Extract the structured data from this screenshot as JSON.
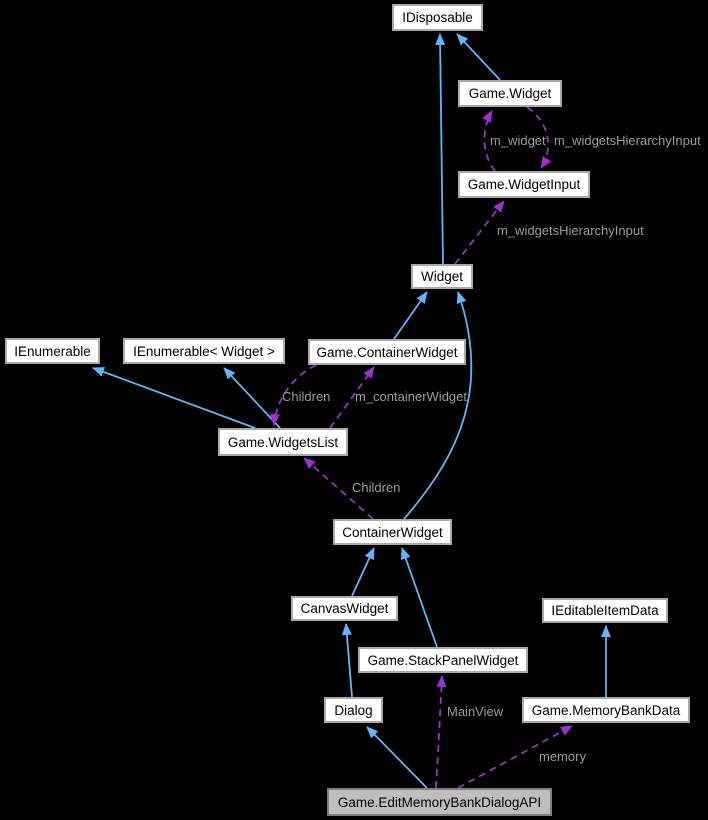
{
  "graph": {
    "background": "#000000",
    "colors": {
      "inheritance_edge": "#63b5fa",
      "usage_edge": "#9a32cd",
      "edge_label_text": "#9c9c9c",
      "node_fill": "#ffffff",
      "node_border": "#a9a9a9",
      "node_text": "#000000",
      "highlighted_node_fill": "#bebebe",
      "highlighted_node_border": "#7f7f7f"
    },
    "nodes": [
      {
        "label": "IDisposable"
      },
      {
        "label": "Game.Widget"
      },
      {
        "label": "Game.WidgetInput"
      },
      {
        "label": "Widget"
      },
      {
        "label": "IEnumerable"
      },
      {
        "label": "IEnumerable< Widget >"
      },
      {
        "label": "Game.ContainerWidget"
      },
      {
        "label": "Game.WidgetsList"
      },
      {
        "label": "ContainerWidget"
      },
      {
        "label": "CanvasWidget"
      },
      {
        "label": "IEditableItemData"
      },
      {
        "label": "Game.StackPanelWidget"
      },
      {
        "label": "Dialog"
      },
      {
        "label": "Game.MemoryBankData"
      },
      {
        "label": "Game.EditMemoryBankDialogAPI",
        "highlighted": true
      }
    ],
    "edge_labels": [
      {
        "text": "m_widget"
      },
      {
        "text": "m_widgetsHierarchyInput"
      },
      {
        "text": "m_widgetsHierarchyInput"
      },
      {
        "text": "Children"
      },
      {
        "text": "m_containerWidget"
      },
      {
        "text": "Children"
      },
      {
        "text": "MainView"
      },
      {
        "text": "memory"
      }
    ],
    "edges": [
      {
        "from": "Game.Widget",
        "to": "IDisposable",
        "type": "inheritance"
      },
      {
        "from": "Widget",
        "to": "IDisposable",
        "type": "inheritance"
      },
      {
        "from": "Game.ContainerWidget",
        "to": "Widget",
        "type": "inheritance"
      },
      {
        "from": "ContainerWidget",
        "to": "Widget",
        "type": "inheritance"
      },
      {
        "from": "Game.WidgetsList",
        "to": "IEnumerable",
        "type": "inheritance"
      },
      {
        "from": "Game.WidgetsList",
        "to": "IEnumerable< Widget >",
        "type": "inheritance"
      },
      {
        "from": "CanvasWidget",
        "to": "ContainerWidget",
        "type": "inheritance"
      },
      {
        "from": "Game.StackPanelWidget",
        "to": "ContainerWidget",
        "type": "inheritance"
      },
      {
        "from": "Dialog",
        "to": "CanvasWidget",
        "type": "inheritance"
      },
      {
        "from": "Game.MemoryBankData",
        "to": "IEditableItemData",
        "type": "inheritance"
      },
      {
        "from": "Game.EditMemoryBankDialogAPI",
        "to": "Dialog",
        "type": "inheritance"
      },
      {
        "from": "Game.WidgetInput",
        "to": "Game.Widget",
        "type": "usage",
        "label": "m_widget"
      },
      {
        "from": "Game.Widget",
        "to": "Game.WidgetInput",
        "type": "usage",
        "label": "m_widgetsHierarchyInput"
      },
      {
        "from": "Widget",
        "to": "Game.WidgetInput",
        "type": "usage",
        "label": "m_widgetsHierarchyInput"
      },
      {
        "from": "Game.ContainerWidget",
        "to": "Game.WidgetsList",
        "type": "usage",
        "label": "Children"
      },
      {
        "from": "Game.WidgetsList",
        "to": "Game.ContainerWidget",
        "type": "usage",
        "label": "m_containerWidget"
      },
      {
        "from": "ContainerWidget",
        "to": "Game.WidgetsList",
        "type": "usage",
        "label": "Children"
      },
      {
        "from": "Game.EditMemoryBankDialogAPI",
        "to": "Game.StackPanelWidget",
        "type": "usage",
        "label": "MainView"
      },
      {
        "from": "Game.EditMemoryBankDialogAPI",
        "to": "Game.MemoryBankData",
        "type": "usage",
        "label": "memory"
      }
    ]
  }
}
